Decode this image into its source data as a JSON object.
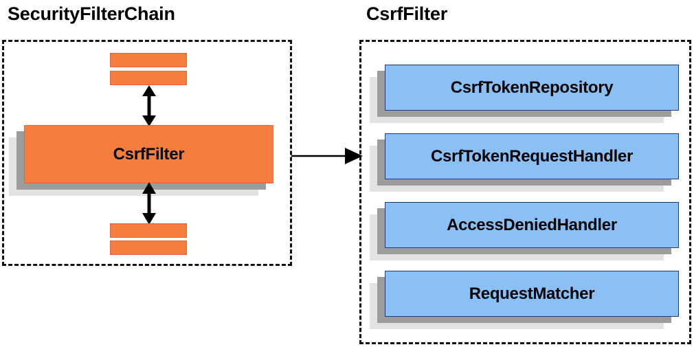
{
  "diagram": {
    "title_left": "SecurityFilterChain",
    "title_right": "CsrfFilter",
    "colors": {
      "orange_fill": "#f57d3e",
      "orange_border": "#e8643a",
      "blue_fill": "#8bc0f7",
      "blue_border": "#1b3a8f",
      "shadow_near": "#9c9c9c",
      "shadow_far": "#e3e3e3",
      "stroke": "#000000",
      "panel_border": "#111111",
      "background": "#ffffff"
    }
  },
  "left_panel": {
    "title": "SecurityFilterChain",
    "center_box": {
      "label": "CsrfFilter"
    },
    "top_bars": [
      {
        "name": "filter-bar-top-1"
      },
      {
        "name": "filter-bar-top-2"
      }
    ],
    "bottom_bars": [
      {
        "name": "filter-bar-bottom-1"
      },
      {
        "name": "filter-bar-bottom-2"
      }
    ],
    "connectors": [
      {
        "name": "arrow-up-down-above-csrffilter",
        "kind": "double-vertical"
      },
      {
        "name": "arrow-up-down-below-csrffilter",
        "kind": "double-vertical"
      }
    ]
  },
  "right_panel": {
    "title": "CsrfFilter",
    "components": [
      {
        "label": "CsrfTokenRepository"
      },
      {
        "label": "CsrfTokenRequestHandler"
      },
      {
        "label": "AccessDeniedHandler"
      },
      {
        "label": "RequestMatcher"
      }
    ]
  },
  "cross_connector": {
    "name": "arrow-securityfilterchain-to-csrffilter",
    "kind": "single-horizontal-right"
  }
}
